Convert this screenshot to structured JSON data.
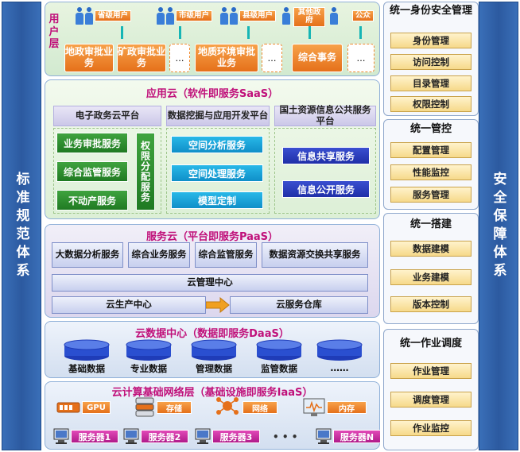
{
  "pillars": {
    "left": "标准规范体系",
    "right": "安全保障体系"
  },
  "user_layer": {
    "title": "用户层",
    "users": [
      "省级用户",
      "市级用户",
      "县级用户",
      "其他政府",
      "公众"
    ],
    "services": [
      "地政审批业务",
      "矿政审批业务",
      "…",
      "地质环境审批业务",
      "…",
      "综合事务",
      "…"
    ]
  },
  "saas": {
    "title": "应用云（软件即服务SaaS）",
    "platform1": {
      "title": "电子政务云平台",
      "items": [
        "业务审批服务",
        "综合监管服务",
        "不动产服务"
      ],
      "side": "权限分配服务"
    },
    "platform2": {
      "title": "数据挖掘与应用开发平台",
      "items": [
        "空间分析服务",
        "空间处理服务",
        "模型定制"
      ]
    },
    "platform3": {
      "title": "国土资源信息公共服务平台",
      "items": [
        "信息共享服务",
        "信息公开服务"
      ]
    }
  },
  "paas": {
    "title": "服务云（平台即服务PaaS）",
    "services": [
      "大数据分析服务",
      "综合业务服务",
      "综合监管服务",
      "数据资源交换共享服务"
    ],
    "cloud_mgmt": "云管理中心",
    "production": "云生产中心",
    "warehouse": "云服务仓库"
  },
  "daas": {
    "title": "云数据中心（数据即服务DaaS）",
    "items": [
      "基础数据",
      "专业数据",
      "管理数据",
      "监管数据",
      "……"
    ]
  },
  "iaas": {
    "title": "云计算基础网络层（基础设施即服务IaaS）",
    "resources": [
      "GPU",
      "存储",
      "网络",
      "内存"
    ],
    "servers": [
      "服务器1",
      "服务器2",
      "服务器3",
      "服务器N"
    ],
    "ellipsis": "• • •"
  },
  "right_panels": [
    {
      "title": "统一身份安全管理",
      "items": [
        "身份管理",
        "访问控制",
        "目录管理",
        "权限控制"
      ]
    },
    {
      "title": "统一管控",
      "items": [
        "配置管理",
        "性能监控",
        "服务管理"
      ]
    },
    {
      "title": "统一搭建",
      "items": [
        "数据建模",
        "业务建模",
        "版本控制"
      ]
    },
    {
      "title": "统一作业调度",
      "items": [
        "作业管理",
        "调度管理",
        "作业监控"
      ]
    }
  ],
  "colors": {
    "pillar": "#2c5aa0",
    "title_magenta": "#c0107a",
    "orange": "#e5701a",
    "green": "#1f7a22",
    "cyan": "#0f8fc8",
    "blue": "#1f2fa8"
  }
}
